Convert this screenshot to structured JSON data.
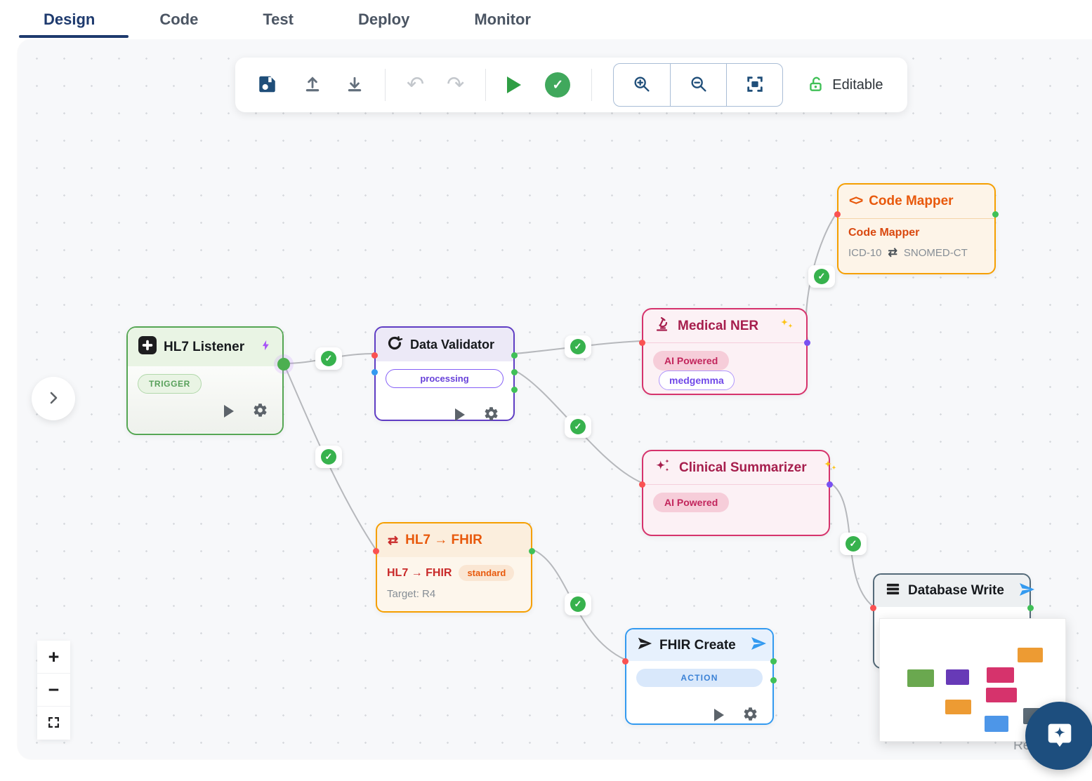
{
  "tabs": {
    "items": [
      {
        "label": "Design",
        "active": true
      },
      {
        "label": "Code",
        "active": false
      },
      {
        "label": "Test",
        "active": false
      },
      {
        "label": "Deploy",
        "active": false
      },
      {
        "label": "Monitor",
        "active": false
      }
    ]
  },
  "toolbar": {
    "editable_label": "Editable",
    "icons": [
      "save-icon",
      "upload-icon",
      "download-icon",
      "undo-icon",
      "redo-icon",
      "run-icon",
      "validate-icon",
      "zoom-in-icon",
      "zoom-out-icon",
      "fit-view-icon",
      "unlock-icon"
    ]
  },
  "glyphs": {
    "undo": "↶",
    "redo": "↷",
    "code_brackets": "<>",
    "swap_arrows": "⇄",
    "plus": "+",
    "minus": "−",
    "check": "✓",
    "chevron_right": "›"
  },
  "nodes": {
    "hl7_listener": {
      "title": "HL7 Listener",
      "badge": "TRIGGER",
      "icon": "medical-cross-icon"
    },
    "data_validator": {
      "title": "Data Validator",
      "status": "processing",
      "icon": "refresh-icon"
    },
    "medical_ner": {
      "title": "Medical NER",
      "pills": [
        "AI Powered",
        "medgemma"
      ],
      "icon": "microscope-icon"
    },
    "clinical_summarizer": {
      "title": "Clinical Summarizer",
      "pills": [
        "AI Powered"
      ],
      "icon": "sparkles-icon"
    },
    "code_mapper": {
      "title": "Code Mapper",
      "subtitle": "Code Mapper",
      "map_from": "ICD-10",
      "map_to": "SNOMED-CT",
      "icon": "code-icon"
    },
    "hl7_fhir": {
      "title": "HL7 → FHIR",
      "subtitle": "HL7 → FHIR",
      "tag": "standard",
      "detail": "Target: R4",
      "icon": "swap-icon"
    },
    "fhir_create": {
      "title": "FHIR Create",
      "badge": "ACTION",
      "icon": "send-icon"
    },
    "database_write": {
      "title": "Database Write",
      "icon": "rows-icon"
    }
  },
  "canvas": {
    "attribution": "Re"
  },
  "colors": {
    "accent_green": "#4caf50",
    "accent_purple": "#5f3dc4",
    "accent_crimson": "#d6336c",
    "accent_orange": "#f59f00",
    "accent_blue": "#339af0",
    "accent_slate": "#546a79",
    "tab_active": "#1e3a6e",
    "toolbar_navy": "#1f4e79",
    "edge_gray": "#b6b8bc",
    "fab_navy": "#1d4e7e",
    "status_green": "#37b24d"
  }
}
